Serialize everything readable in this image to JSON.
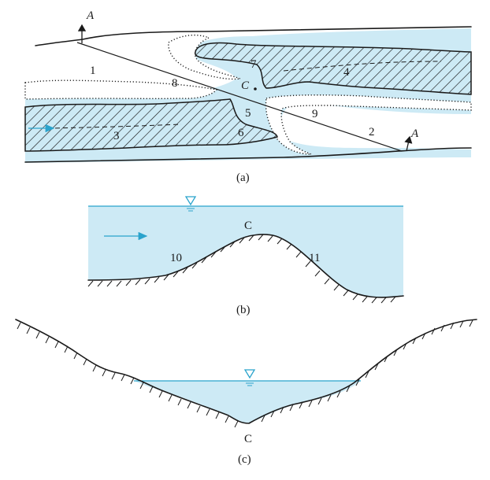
{
  "panel_a": {
    "section_marks": [
      "A",
      "A"
    ],
    "zone_labels": [
      "1",
      "2",
      "3",
      "4",
      "5",
      "6",
      "7",
      "8",
      "9"
    ],
    "crest_label": "C",
    "caption": "(a)"
  },
  "panel_b": {
    "crest_label": "C",
    "slope_labels": [
      "10",
      "11"
    ],
    "caption": "(b)"
  },
  "panel_c": {
    "crest_label": "C",
    "caption": "(c)"
  },
  "colors": {
    "water": "#cdeaf5",
    "water_line": "#2aa3cc",
    "ink": "#1a1a1a"
  },
  "icons": [
    "water-surface-triangle-icon",
    "flow-arrow-icon",
    "section-arrow-icon"
  ]
}
